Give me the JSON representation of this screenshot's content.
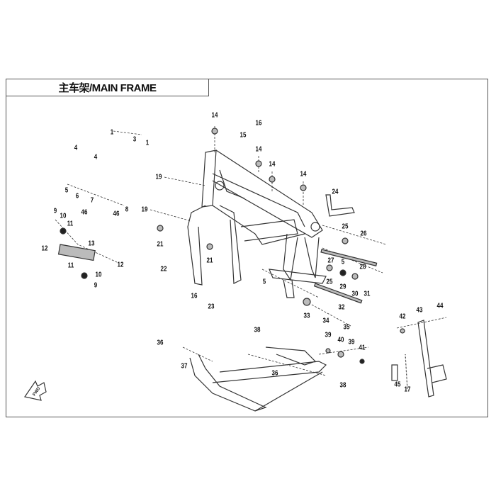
{
  "title": "主车架/MAIN FRAME",
  "fwd_label": "FWD",
  "callouts": [
    "1",
    "3",
    "1",
    "14",
    "15",
    "16",
    "14",
    "14",
    "14",
    "4",
    "4",
    "5",
    "6",
    "7",
    "46",
    "46",
    "8",
    "19",
    "19",
    "9",
    "10",
    "11",
    "13",
    "12",
    "12",
    "11",
    "10",
    "9",
    "21",
    "21",
    "22",
    "16",
    "23",
    "24",
    "25",
    "26",
    "27",
    "5",
    "28",
    "5",
    "25",
    "29",
    "30",
    "31",
    "32",
    "33",
    "34",
    "35",
    "38",
    "36",
    "37",
    "36",
    "38",
    "39",
    "40",
    "39",
    "41",
    "42",
    "43",
    "44",
    "45",
    "17"
  ]
}
